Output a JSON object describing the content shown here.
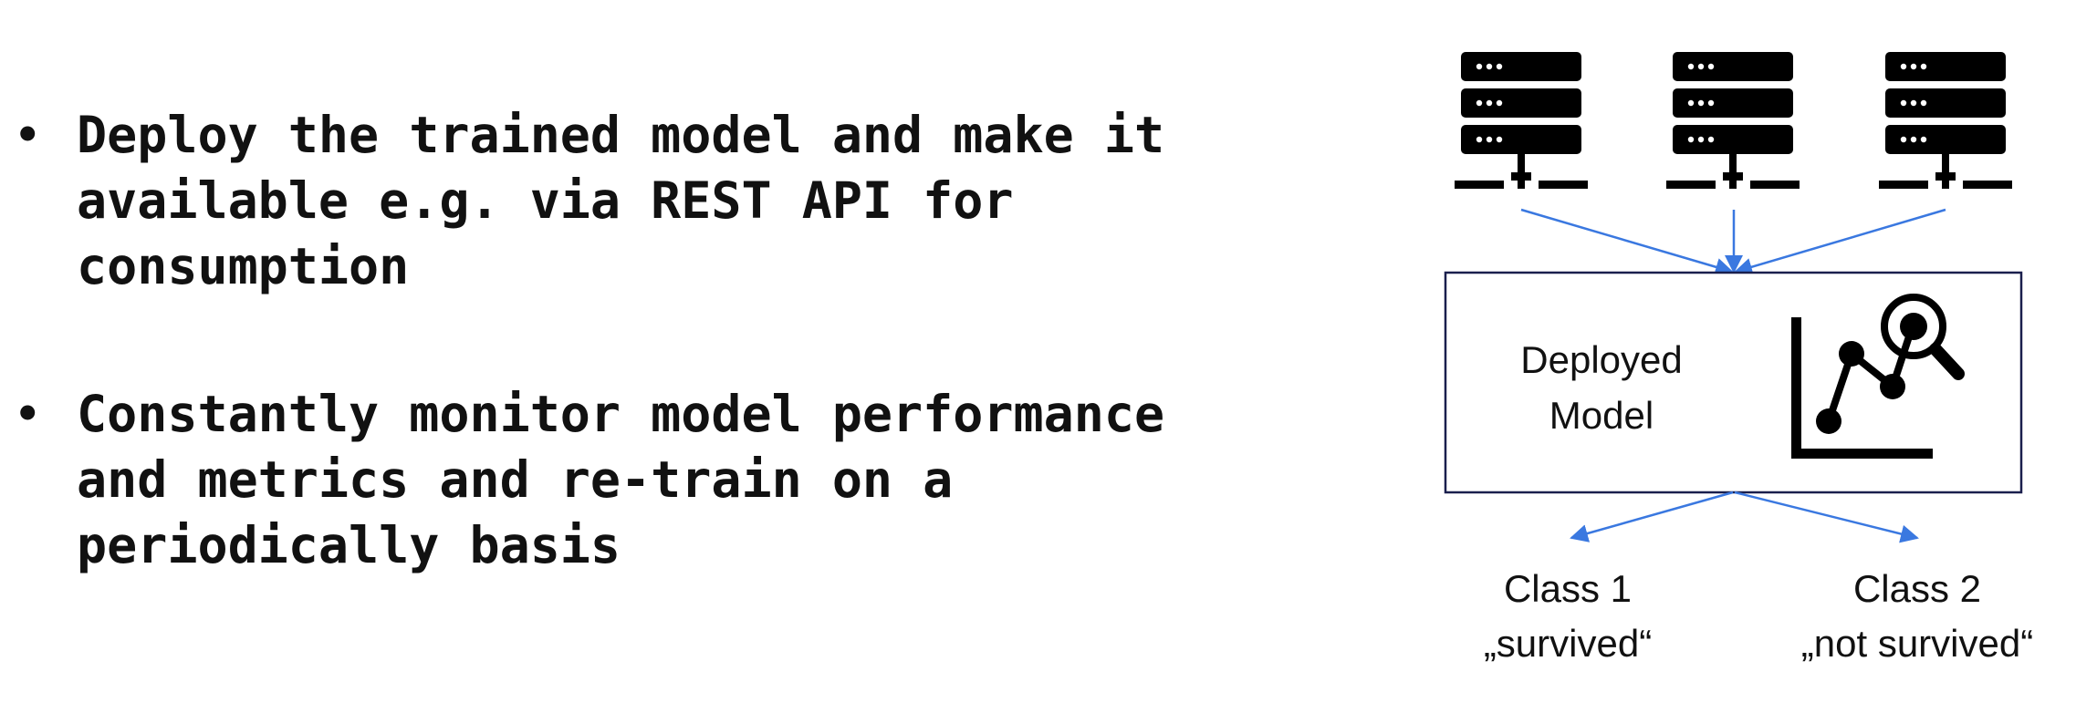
{
  "bullets": [
    "Deploy the trained model and make it available e.g. via REST API for consumption",
    "Constantly monitor model performance and metrics and re-train on a periodically basis"
  ],
  "bullet_symbol": "•",
  "diagram": {
    "box_label_line1": "Deployed",
    "box_label_line2": "Model",
    "output_1_line1": "Class 1",
    "output_1_line2": "„survived“",
    "output_2_line1": "Class 2",
    "output_2_line2": "„not survived“",
    "server_icon": "server-rack-icon",
    "monitor_icon": "chart-magnifier-icon",
    "arrow_color": "#3a78e0",
    "box_border_color": "#1a1f4d"
  }
}
